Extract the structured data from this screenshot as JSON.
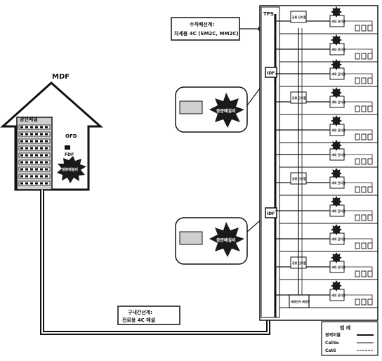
{
  "building": {
    "label": "MDF",
    "panel_label": "광전패널",
    "odf_label": "OFD",
    "sub_label": "FDF",
    "starburst_text": "광분배설비"
  },
  "callouts": {
    "vertical_line": {
      "title": "수직배선계:",
      "spec": "차세용 4C (SM2C, MM2C)"
    },
    "campus_line": {
      "title": "구내간선계:",
      "spec": "전로용 4C 매설"
    }
  },
  "riser": {
    "tps_label": "TPS",
    "idf_labels": [
      "IDF",
      "IDF"
    ],
    "idf_burst_text": "층분배설비"
  },
  "floor": {
    "box_label": "세대 단자함",
    "station_label": "공동 단자함",
    "bottom_box_label": "세대단자 배선함"
  },
  "legend": {
    "title": "범 례",
    "items": [
      "광케이블",
      "Cat5e",
      "Cat6"
    ]
  },
  "colors": {
    "ink": "#111111",
    "cable_fill": "#ffffff",
    "starburst": "#1a1a1a",
    "panel": "#cfcfcf"
  }
}
